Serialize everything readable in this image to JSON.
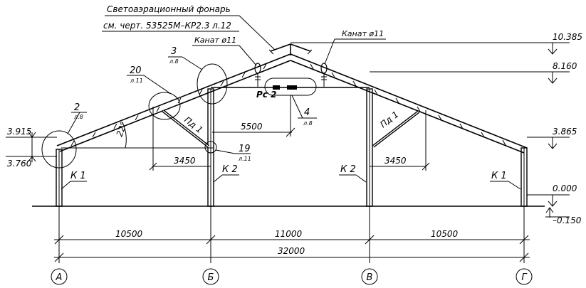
{
  "notes": {
    "lantern_line1": "Светоаэрационный фонарь",
    "lantern_line2": "см. черт. 53525М–КР2.3 л.12",
    "rope_left": "Канат ø11",
    "rope_right": "Канат ø11"
  },
  "levels": {
    "ridge": "10.385",
    "tie": "8.160",
    "left_eave_top": "3.915",
    "left_eave_bottom": "3.760",
    "right_eave": "3.865",
    "ground": "0.000",
    "below_ground": "–0.150"
  },
  "callouts": {
    "c2": {
      "num": "2",
      "sheet": "л.8"
    },
    "c20": {
      "num": "20",
      "sheet": "л.11"
    },
    "c3": {
      "num": "3",
      "sheet": "л.8"
    },
    "c19": {
      "num": "19",
      "sheet": "л.11"
    },
    "c4": {
      "num": "4",
      "sheet": "л.8"
    }
  },
  "members": {
    "k1_left": "К 1",
    "k2_left": "К 2",
    "k2_right": "К 2",
    "k1_right": "К 1",
    "pg1_left": "Пд 1",
    "pg1_right": "Пд 1",
    "rs2": "Рс 2"
  },
  "dimensions": {
    "angle": "22°",
    "d5500": "5500",
    "d3450_left": "3450",
    "d3450_right": "3450",
    "span_ab": "10500",
    "span_bv": "11000",
    "span_vg": "10500",
    "total": "32000"
  },
  "axes": [
    "А",
    "Б",
    "В",
    "Г"
  ]
}
